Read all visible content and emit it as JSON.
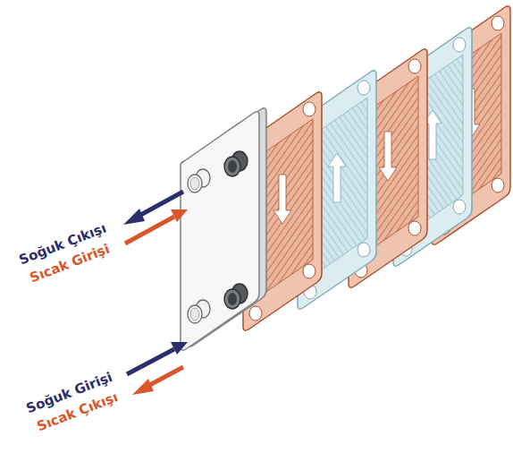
{
  "diagram": {
    "labels": [
      "Soğuk Çıkışı",
      "Sıcak Girişi",
      "Soğuk Girişi",
      "Sıcak Çıkışı"
    ]
  }
}
